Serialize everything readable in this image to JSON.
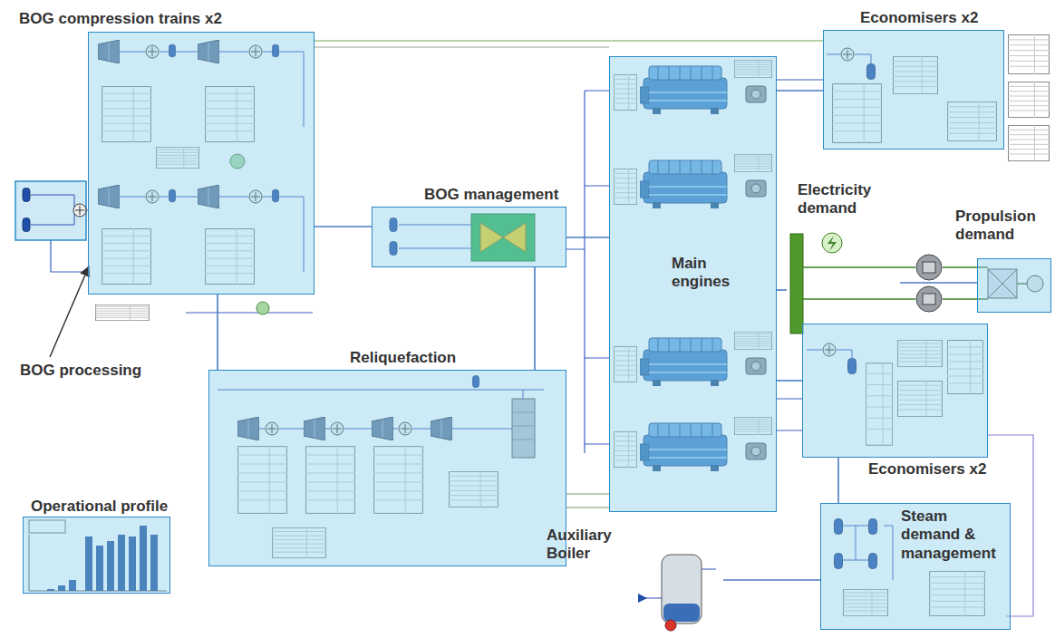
{
  "diagram": {
    "nodes": [
      {
        "text": [
          "BOG compression trains x2"
        ]
      },
      {
        "text": [
          "Economisers x2"
        ]
      },
      {
        "text": [
          "BOG management"
        ]
      },
      {
        "text": [
          "Electricity demand"
        ]
      },
      {
        "text": [
          "Propulsion demand"
        ]
      },
      {
        "text": [
          "Main engines"
        ]
      },
      {
        "text": [
          "Reliquefaction"
        ]
      },
      {
        "text": [
          "Economisers x2"
        ]
      },
      {
        "text": [
          "Steam demand & management"
        ]
      },
      {
        "text": [
          "Operational profile"
        ]
      },
      {
        "text": [
          "Auxiliary Boiler"
        ]
      }
    ],
    "edges": [
      {
        "from": 0,
        "to": 2,
        "arrow": "none"
      },
      {
        "from": 2,
        "to": 5,
        "arrow": "none"
      },
      {
        "from": 5,
        "to": 1,
        "arrow": "none"
      },
      {
        "from": 5,
        "to": 7,
        "arrow": "none"
      },
      {
        "from": 5,
        "to": 3,
        "arrow": "none"
      },
      {
        "from": 3,
        "to": 4,
        "arrow": "none"
      },
      {
        "from": 0,
        "to": 6,
        "arrow": "none"
      },
      {
        "from": 6,
        "to": 2,
        "arrow": "none"
      },
      {
        "from": 7,
        "to": 8,
        "arrow": "none"
      },
      {
        "from": 10,
        "to": 8,
        "arrow": "none"
      }
    ],
    "labels": [
      "BOG processing"
    ]
  }
}
